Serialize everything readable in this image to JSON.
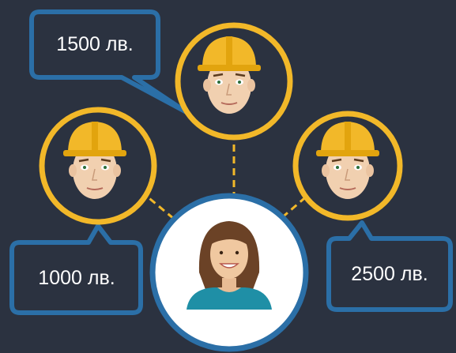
{
  "salaries": {
    "top_worker": "1500 лв.",
    "left_worker": "1000 лв.",
    "right_worker": "2500 лв."
  },
  "colors": {
    "background": "#2b3240",
    "ring": "#f2b829",
    "bubble_border": "#2b6fa7",
    "arrow": "#f2b829",
    "center_fill": "#ffffff"
  },
  "icons": [
    "worker-hardhat-icon",
    "woman-icon"
  ]
}
